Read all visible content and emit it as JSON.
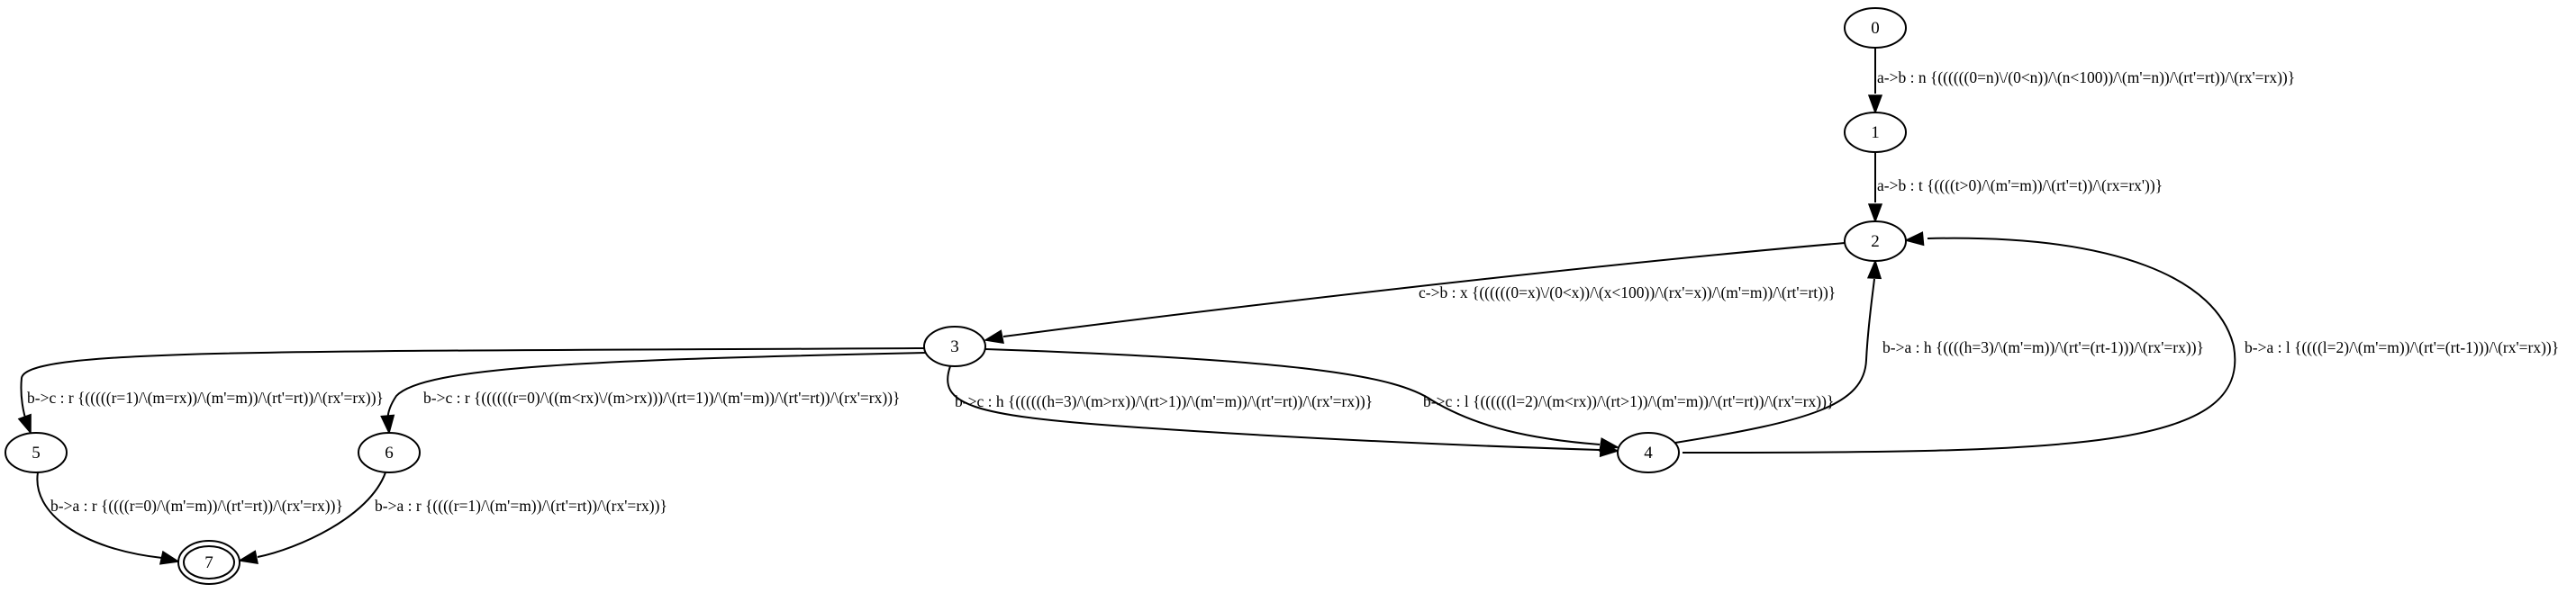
{
  "nodes": [
    {
      "id": "0",
      "label": "0",
      "accepting": false
    },
    {
      "id": "1",
      "label": "1",
      "accepting": false
    },
    {
      "id": "2",
      "label": "2",
      "accepting": false
    },
    {
      "id": "3",
      "label": "3",
      "accepting": false
    },
    {
      "id": "4",
      "label": "4",
      "accepting": false
    },
    {
      "id": "5",
      "label": "5",
      "accepting": false
    },
    {
      "id": "6",
      "label": "6",
      "accepting": false
    },
    {
      "id": "7",
      "label": "7",
      "accepting": true
    }
  ],
  "edges": [
    {
      "from": "0",
      "to": "1",
      "label": "a->b : n {((((((0=n)\\/(0<n))/\\(n<100))/\\(m'=n))/\\(rt'=rt))/\\(rx'=rx))}"
    },
    {
      "from": "1",
      "to": "2",
      "label": "a->b : t {((((t>0)/\\(m'=m))/\\(rt'=t))/\\(rx=rx'))}"
    },
    {
      "from": "2",
      "to": "3",
      "label": "c->b : x {((((((0=x)\\/(0<x))/\\(x<100))/\\(rx'=x))/\\(m'=m))/\\(rt'=rt))}"
    },
    {
      "from": "3",
      "to": "5",
      "label": "b->c : r {(((((r=1)/\\(m=rx))/\\(m'=m))/\\(rt'=rt))/\\(rx'=rx))}"
    },
    {
      "from": "3",
      "to": "6",
      "label": "b->c : r {((((((r=0)/\\((m<rx)\\/(m>rx)))/\\(rt=1))/\\(m'=m))/\\(rt'=rt))/\\(rx'=rx))}"
    },
    {
      "from": "3",
      "to": "4",
      "label": "b->c : h {((((((h=3)/\\(m>rx))/\\(rt>1))/\\(m'=m))/\\(rt'=rt))/\\(rx'=rx))}"
    },
    {
      "from": "3",
      "to": "4",
      "label": "b->c : l {((((((l=2)/\\(m<rx))/\\(rt>1))/\\(m'=m))/\\(rt'=rt))/\\(rx'=rx))}"
    },
    {
      "from": "4",
      "to": "2",
      "label": "b->a : h {((((h=3)/\\(m'=m))/\\(rt'=(rt-1)))/\\(rx'=rx))}"
    },
    {
      "from": "4",
      "to": "2",
      "label": "b->a : l {((((l=2)/\\(m'=m))/\\(rt'=(rt-1)))/\\(rx'=rx))}"
    },
    {
      "from": "5",
      "to": "7",
      "label": "b->a : r {((((r=0)/\\(m'=m))/\\(rt'=rt))/\\(rx'=rx))}"
    },
    {
      "from": "6",
      "to": "7",
      "label": "b->a : r {((((r=1)/\\(m'=m))/\\(rt'=rt))/\\(rx'=rx))}"
    }
  ]
}
